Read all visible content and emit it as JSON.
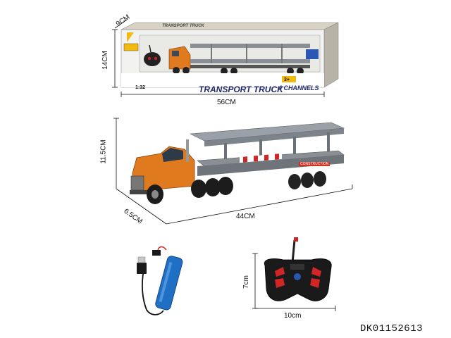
{
  "package": {
    "title": "TRANSPORT TRUCK",
    "channels": "4 CHANNELS",
    "top_logo": "TRANSPORT TRUCK",
    "scale": "1:32",
    "age": "3+",
    "depth_label": "9CM",
    "height_label": "14CM",
    "width_label": "56CM"
  },
  "truck": {
    "height_label": "11.5CM",
    "depth_label": "6.5CM",
    "length_label": "44CM",
    "cab_color": "#e07a1f",
    "trailer_color": "#8a8f96",
    "trailer_text": "CONSTRUCTION"
  },
  "battery": {
    "color": "#1f6fc4"
  },
  "remote": {
    "height_label": "7cm",
    "width_label": "10cm",
    "body_color": "#1a1a1a",
    "button_color": "#d22626"
  },
  "sku": "DK01152613"
}
